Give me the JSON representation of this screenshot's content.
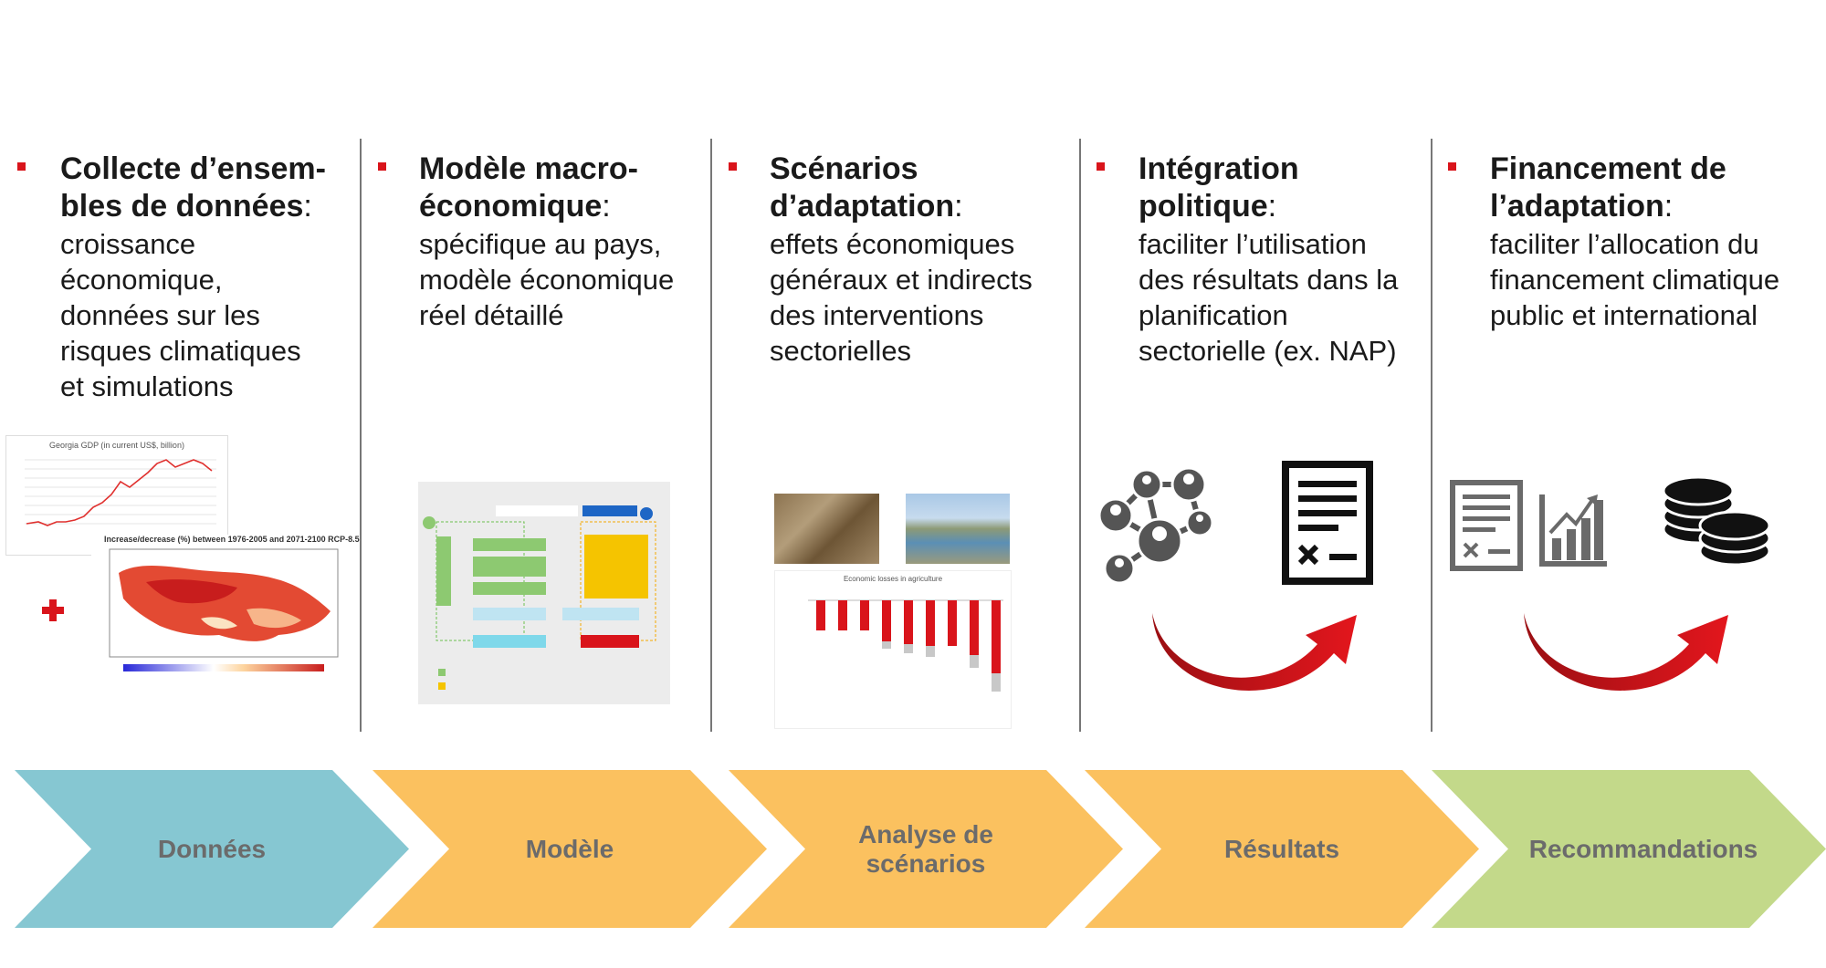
{
  "columns": [
    {
      "heading": "Collecte d’ensem-\nbles de données",
      "colon": ":",
      "text": "croissance\néconomique,\ndonnées sur les\nrisques climatiques\net simulations"
    },
    {
      "heading": "Modèle macro-\néconomique",
      "colon": ":",
      "text": "spécifique au pays,\nmodèle économique\nréel détaillé"
    },
    {
      "heading": "Scénarios\nd’adaptation",
      "colon": ":",
      "text": "effets économiques\ngénéraux et indirects\ndes interventions\nsectorielles"
    },
    {
      "heading": "Intégration\npolitique",
      "colon": ":",
      "text": "faciliter l’utilisation\ndes résultats dans la\nplanification\nsectorielle (ex. NAP)"
    },
    {
      "heading": "Financement de\nl’adaptation",
      "colon": ":",
      "text": "faciliter l’allocation du\nfinancement climatique\npublic et international"
    }
  ],
  "arrow_stages": [
    {
      "label": "Données",
      "color": "#86c7d2"
    },
    {
      "label": "Modèle",
      "color": "#fbc15f"
    },
    {
      "label": "Analyse de\nscénarios",
      "color": "#fbc15f"
    },
    {
      "label": "Résultats",
      "color": "#fbc15f"
    },
    {
      "label": "Recommandations",
      "color": "#c3d98a"
    }
  ],
  "gdp_thumbnail": {
    "title": "Georgia GDP (in current US$, billion)"
  },
  "map_thumbnail": {
    "title": "Increase/decrease (%) between 1976-2005 and 2071-2100 RCP-8.5"
  },
  "losses_thumbnail": {
    "title": "Economic losses in agriculture"
  },
  "accent_color": "#d9141b",
  "icons": [
    "plus-icon",
    "network-people-icon",
    "policy-document-icon",
    "curved-arrow-icon",
    "finance-document-icon",
    "bar-chart-icon",
    "coin-stack-icon"
  ]
}
